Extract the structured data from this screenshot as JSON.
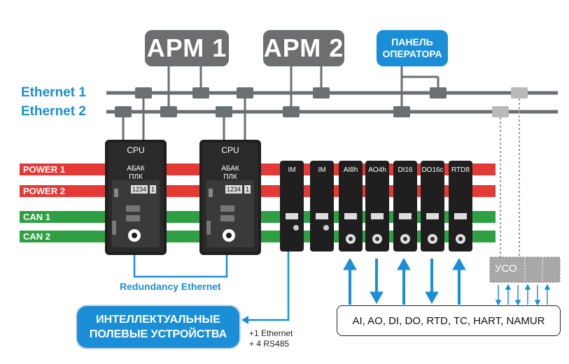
{
  "top": {
    "arm1": "АРМ 1",
    "arm2": "АРМ 2",
    "panel_line1": "ПАНЕЛЬ",
    "panel_line2": "ОПЕРАТОРА"
  },
  "networks": {
    "ethernet1": "Ethernet 1",
    "ethernet2": "Ethernet 2"
  },
  "buses": [
    "POWER 1",
    "POWER 2",
    "CAN 1",
    "CAN 2"
  ],
  "cpu_modules": [
    {
      "title": "CPU",
      "brand1": "АБАК",
      "brand2": "ПЛК",
      "display": "1234",
      "unit": "1"
    },
    {
      "title": "CPU",
      "brand1": "АБАК",
      "brand2": "ПЛК",
      "display": "1234",
      "unit": "1"
    }
  ],
  "io_modules": [
    "IM",
    "IM",
    "AI8h",
    "AO4h",
    "DI16",
    "DO16c",
    "RTD8"
  ],
  "uso_label": "УСО",
  "redundancy_label": "Redundancy Ethernet",
  "field_devices_line1": "ИНТЕЛЛЕКТУАЛЬНЫЕ",
  "field_devices_line2": "ПОЛЕВЫЕ  УСТРОЙСТВА",
  "interfaces_line1": "+1 Ethernet",
  "interfaces_line2": "+ 4 RS485",
  "signals_label": "AI, AO, DI, DO, RTD, TC, HART, NAMUR",
  "colors": {
    "blue": "#1a8fd8",
    "gray": "#6d6e70",
    "red": "#e53935",
    "green": "#2ea043"
  }
}
